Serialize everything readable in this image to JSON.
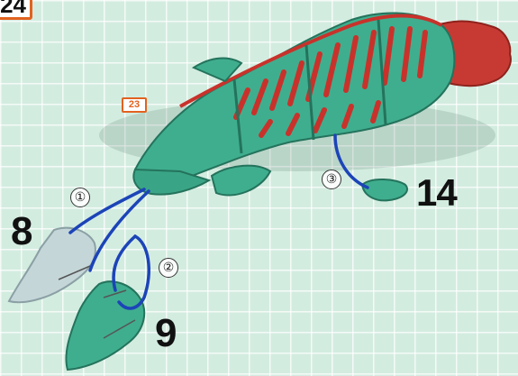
{
  "step": {
    "number": "24"
  },
  "part_tag": "23",
  "part_numbers": {
    "left_fin": "8",
    "bottom_fin": "9",
    "right_fin": "14"
  },
  "order_markers": {
    "first": "①",
    "second": "②",
    "third": "③"
  },
  "colors": {
    "background": "#d3ece0",
    "grid": "#ffffff",
    "model_green": "#3fae8e",
    "model_dark": "#2a7f66",
    "model_red": "#c8322b",
    "tail_red": "#c73a33",
    "guide_blue": "#1c44b8",
    "fin_gray": "#c5d6d9",
    "accent_orange": "#e2621f"
  },
  "icons": [
    "fish-model-icon",
    "fin-part-icon",
    "guide-line-icon"
  ]
}
